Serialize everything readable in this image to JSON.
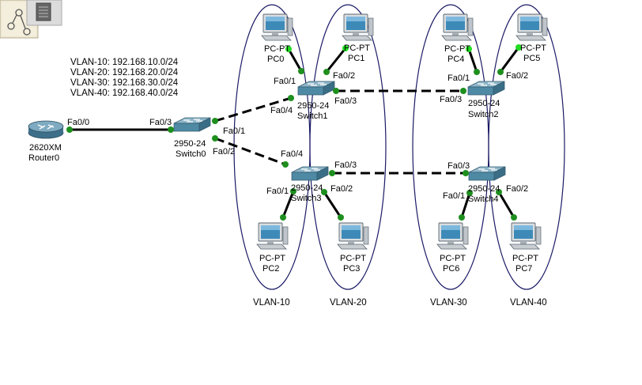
{
  "vlan_info": [
    "VLAN-10: 192.168.10.0/24",
    "VLAN-20: 192.168.20.0/24",
    "VLAN-30: 192.168.30.0/24",
    "VLAN-40: 192.168.40.0/24"
  ],
  "vlans": [
    "VLAN-10",
    "VLAN-20",
    "VLAN-30",
    "VLAN-40"
  ],
  "router": {
    "model": "2620XM",
    "name": "Router0",
    "port": "Fa0/0"
  },
  "switch0": {
    "model": "2950-24",
    "name": "Switch0",
    "p_router": "Fa0/3",
    "p_up": "Fa0/1",
    "p_down": "Fa0/2"
  },
  "switch1": {
    "model": "2950-24",
    "name": "Switch1",
    "p1": "Fa0/1",
    "p2": "Fa0/2",
    "p3": "Fa0/3",
    "p4": "Fa0/4"
  },
  "switch2": {
    "model": "2950-24",
    "name": "Switch2",
    "p1": "Fa0/1",
    "p2": "Fa0/2",
    "p3": "Fa0/3"
  },
  "switch3": {
    "model": "2950-24",
    "name": "Switch3",
    "p1": "Fa0/1",
    "p2": "Fa0/2",
    "p3": "Fa0/3",
    "p4": "Fa0/4"
  },
  "switch4": {
    "model": "2950-24",
    "name": "Switch4",
    "p1": "Fa0/1",
    "p2": "Fa0/2",
    "p3": "Fa0/3"
  },
  "pcs": {
    "pc0": {
      "type": "PC-PT",
      "name": "PC0"
    },
    "pc1": {
      "type": "PC-PT",
      "name": "PC1"
    },
    "pc2": {
      "type": "PC-PT",
      "name": "PC2"
    },
    "pc3": {
      "type": "PC-PT",
      "name": "PC3"
    },
    "pc4": {
      "type": "PC-PT",
      "name": "PC4"
    },
    "pc5": {
      "type": "PC-PT",
      "name": "PC5"
    },
    "pc6": {
      "type": "PC-PT",
      "name": "PC6"
    },
    "pc7": {
      "type": "PC-PT",
      "name": "PC7"
    }
  },
  "colors": {
    "ellipse": "#1a1a66",
    "link_led": "#1e8f1e",
    "access_led": "#22dd22",
    "device": "#3f7f9f"
  },
  "icons": [
    "network-diagram-icon",
    "toolbar-icon"
  ]
}
